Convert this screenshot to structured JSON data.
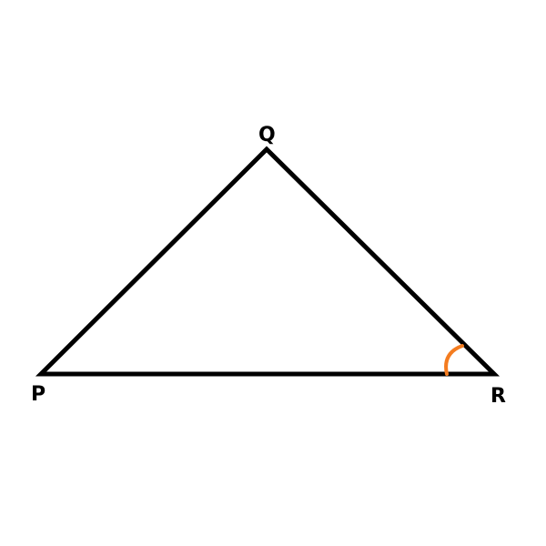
{
  "triangle": {
    "vertices": {
      "P": {
        "label": "P"
      },
      "Q": {
        "label": "Q"
      },
      "R": {
        "label": "R"
      }
    },
    "marked_angle_vertex": "R"
  },
  "colors": {
    "background": "#ffffff",
    "line": "#000000",
    "label": "#000000",
    "angle_mark": "#f47c20"
  }
}
